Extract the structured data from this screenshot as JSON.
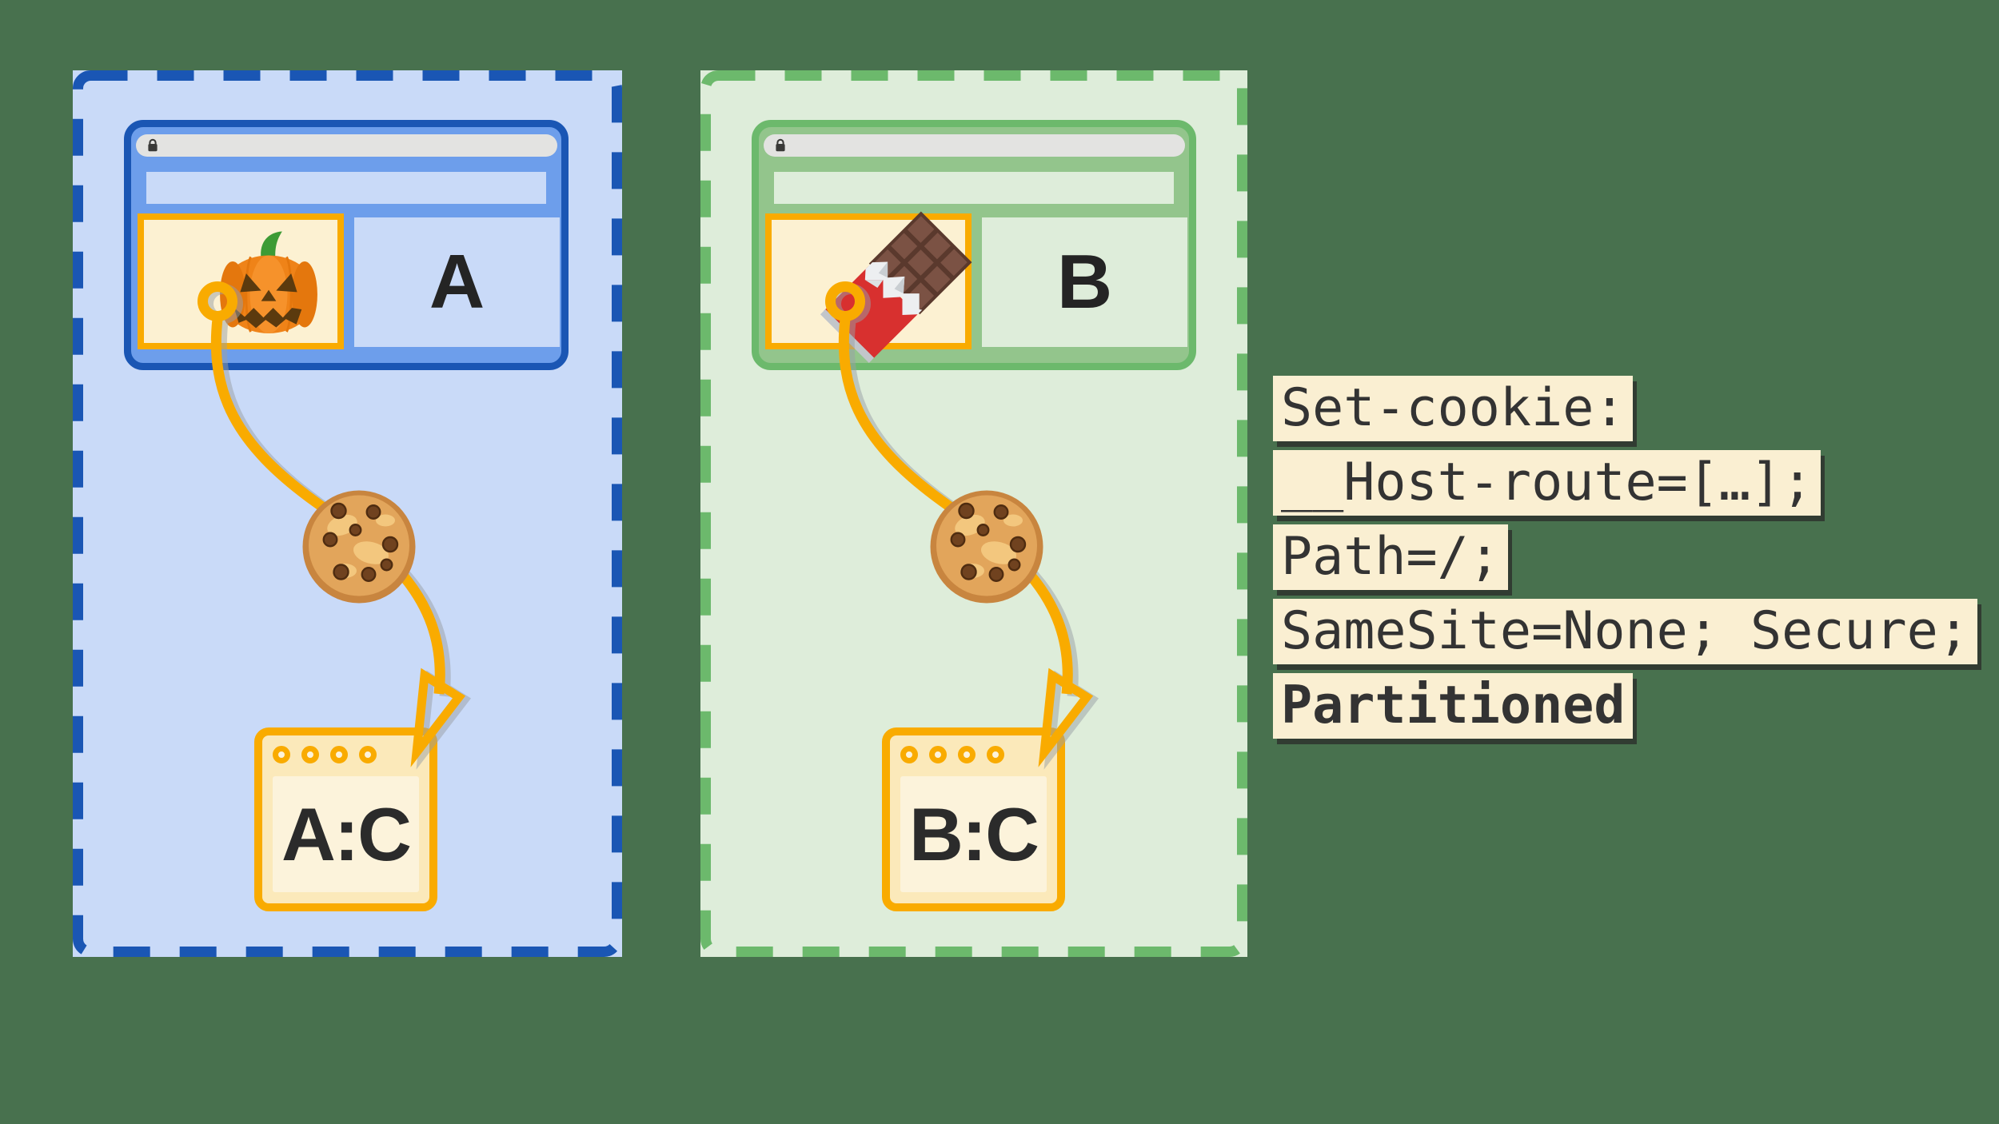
{
  "canvas": {
    "background_color": "#48714E",
    "description": "Two cross-site partitions each storing its own copy of a third-party cookie"
  },
  "partition_a": {
    "theme": "blue",
    "dash_color": "#1A56B4",
    "fill_color": "#C9DAF8",
    "browser_body_color": "#6D9EEB",
    "site_label": "A",
    "storage_label": "A:C",
    "embed_icon": "jack-o-lantern-icon",
    "cookie_icon": "cookie-icon"
  },
  "partition_b": {
    "theme": "green",
    "dash_color": "#6CB96C",
    "fill_color": "#DEEDDA",
    "browser_body_color": "#93C58C",
    "site_label": "B",
    "storage_label": "B:C",
    "embed_icon": "chocolate-bar-icon",
    "cookie_icon": "cookie-icon"
  },
  "browser_chrome": {
    "address_bar_color": "#E3E3E1",
    "lock_icon": "lock-icon"
  },
  "accents": {
    "orange": "#F9AB00",
    "iframe_fill": "#FCF1D2",
    "storage_fill": "#FBE9BA",
    "storage_inner_fill": "#FCF3DB",
    "code_fill": "#FAEFD2",
    "dark_text": "#2A2A2A"
  },
  "code_block": {
    "lines": [
      {
        "text": "Set-cookie:",
        "bold": false
      },
      {
        "text": "__Host-route=[…];",
        "bold": false
      },
      {
        "text": "Path=/;",
        "bold": false
      },
      {
        "text": "SameSite=None; Secure;",
        "bold": false
      },
      {
        "text": "Partitioned",
        "bold": true
      }
    ]
  }
}
